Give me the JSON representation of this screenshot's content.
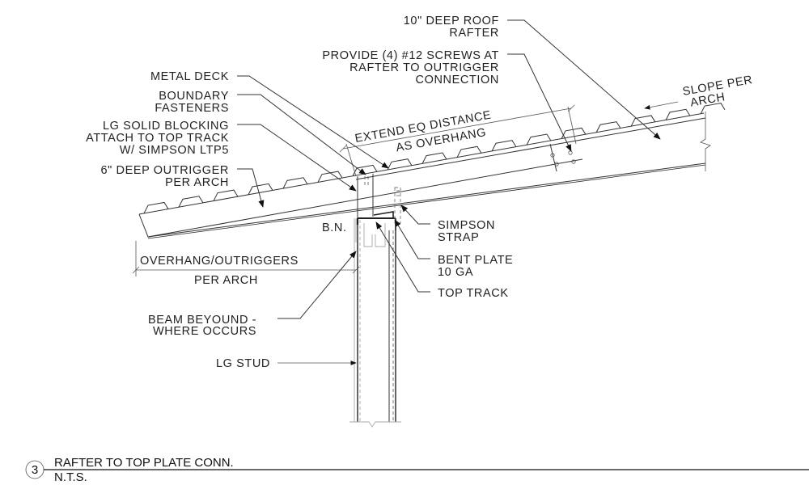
{
  "drawing": {
    "labels": {
      "roof_rafter": [
        "10\" DEEP ROOF",
        "RAFTER"
      ],
      "screws": [
        "PROVIDE (4) #12 SCREWS AT",
        "RAFTER TO OUTRIGGER",
        "CONNECTION"
      ],
      "metal_deck": [
        "METAL DECK"
      ],
      "boundary_fasteners": [
        "BOUNDARY",
        "FASTENERS"
      ],
      "solid_blocking": [
        "LG SOLID BLOCKING",
        "ATTACH TO TOP TRACK",
        "W/ SIMPSON LTP5"
      ],
      "outrigger": [
        "6\" DEEP OUTRIGGER",
        "PER ARCH"
      ],
      "slope": [
        "SLOPE PER",
        "ARCH"
      ],
      "extend": [
        "EXTEND EQ DISTANCE",
        "AS OVERHANG"
      ],
      "bn": "B.N.",
      "simpson_strap": [
        "SIMPSON",
        "STRAP"
      ],
      "bent_plate": [
        "BENT PLATE",
        "10 GA"
      ],
      "top_track": [
        "TOP TRACK"
      ],
      "overhang": [
        "OVERHANG/OUTRIGGERS",
        "PER ARCH"
      ],
      "beam_beyond": [
        "BEAM BEYOUND -",
        "WHERE OCCURS"
      ],
      "lg_stud": [
        "LG STUD"
      ]
    },
    "title_block": {
      "detail_number": "3",
      "title": "RAFTER TO TOP PLATE CONN.",
      "scale": "N.T.S."
    }
  }
}
